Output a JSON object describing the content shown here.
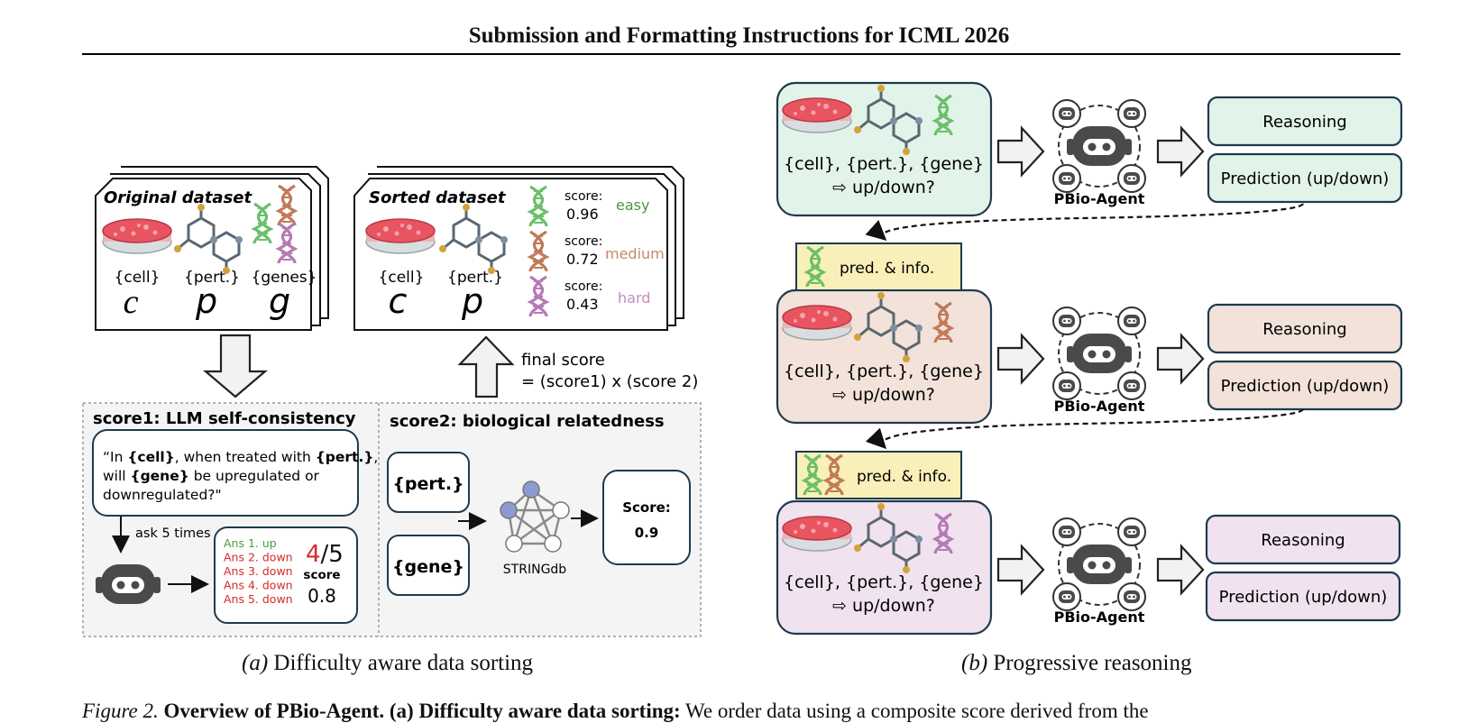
{
  "paper": {
    "running_header": "Submission and Formatting Instructions for ICML 2026"
  },
  "panel_a": {
    "caption_label": "(a)",
    "caption_text": " Difficulty aware data sorting",
    "original_dataset": {
      "title": "Original dataset",
      "labels": [
        "{cell}",
        "{pert.}",
        "{genes}"
      ],
      "symbols": [
        "c",
        "p",
        "g"
      ]
    },
    "sorted_dataset": {
      "title": "Sorted dataset",
      "labels": [
        "{cell}",
        "{pert.}"
      ],
      "symbols": [
        "c",
        "p"
      ],
      "score_label": "score:",
      "items": [
        {
          "score": "0.96",
          "difficulty": "easy",
          "color": "#4a9a3c"
        },
        {
          "score": "0.72",
          "difficulty": "medium",
          "color": "#c98a6a"
        },
        {
          "score": "0.43",
          "difficulty": "hard",
          "color": "#c38dc0"
        }
      ]
    },
    "final_score": {
      "line1": "final score",
      "line2": "= (score1) x (score 2)"
    },
    "score1": {
      "title": "score1: LLM self-consistency",
      "prompt_parts": [
        "“In ",
        "{cell}",
        ", when treated with ",
        "{pert.}",
        ","
      ],
      "prompt_line2_parts": [
        "will ",
        "{gene}",
        " be upregulated or"
      ],
      "prompt_line3": "downregulated?\"",
      "ask_label": "ask 5 times",
      "answers": [
        {
          "text": "Ans 1. up",
          "color": "#4a9a3c"
        },
        {
          "text": "Ans 2. down",
          "color": "#d42a2a"
        },
        {
          "text": "Ans 3. down",
          "color": "#d42a2a"
        },
        {
          "text": "Ans 4. down",
          "color": "#d42a2a"
        },
        {
          "text": "Ans 5. down",
          "color": "#d42a2a"
        }
      ],
      "count_num": "4",
      "count_den": "/5",
      "score_word": "score",
      "score_value": "0.8"
    },
    "score2": {
      "title": "score2: biological relatedness",
      "input1": "{pert.}",
      "input2": "{gene}",
      "db_label": "STRINGdb",
      "result_label": "Score:",
      "result_value": "0.9"
    }
  },
  "panel_b": {
    "caption_label": "(b)",
    "caption_text": " Progressive reasoning",
    "stages": [
      {
        "fill": "#e2f3ea",
        "query_line1": "{cell}, {pert.}, {gene}",
        "query_line2": "⇨ up/down?",
        "agent_label": "PBio-Agent",
        "reasoning": "Reasoning",
        "prediction": "Prediction (up/down)"
      },
      {
        "fill": "#f2e2da",
        "query_line1": "{cell}, {pert.}, {gene}",
        "query_line2": "⇨ up/down?",
        "agent_label": "PBio-Agent",
        "reasoning": "Reasoning",
        "prediction": "Prediction (up/down)"
      },
      {
        "fill": "#f0e2ef",
        "query_line1": "{cell}, {pert.}, {gene}",
        "query_line2": "⇨ up/down?",
        "agent_label": "PBio-Agent",
        "reasoning": "Reasoning",
        "prediction": "Prediction (up/down)"
      }
    ],
    "info_tags": [
      "pred. & info.",
      "pred. & info."
    ],
    "info_fill": "#f8f0b8"
  },
  "figure_caption": {
    "label": "Figure 2.",
    "bold": "Overview of PBio-Agent. (a) Difficulty aware data sorting:",
    "rest": " We order data using a composite score derived from the"
  },
  "colors": {
    "dna_green": "#6bbf6a",
    "dna_brown": "#c07a5a",
    "dna_purple": "#b57ab5",
    "molecule": "#5b6770",
    "molecule_node": "#d4a23a",
    "robot": "#4a4a4a",
    "dish": "#e84a5a"
  },
  "icons": [
    "petri-dish-icon",
    "molecule-icon",
    "dna-icon",
    "robot-icon",
    "network-icon",
    "arrow-icon"
  ]
}
